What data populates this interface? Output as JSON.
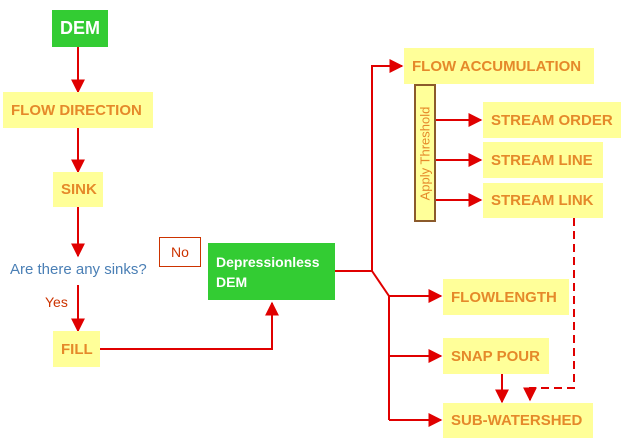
{
  "nodes": {
    "dem": "DEM",
    "flow_direction": "FLOW DIRECTION",
    "sink": "SINK",
    "fill": "FILL",
    "depressionless_line1": "Depressionless",
    "depressionless_line2": "DEM",
    "flow_accumulation": "FLOW ACCUMULATION",
    "stream_order": "STREAM ORDER",
    "stream_line": "STREAM LINE",
    "stream_link": "STREAM LINK",
    "flowlength": "FLOWLENGTH",
    "snap_pour": "SNAP POUR",
    "sub_watershed": "SUB-WATERSHED"
  },
  "labels": {
    "decision": "Are there any sinks?",
    "yes": "Yes",
    "no": "No",
    "threshold": "Apply Threshold"
  },
  "colors": {
    "arrow": "#e00000",
    "node_fill": "#ffff99",
    "node_text": "#e5892a",
    "dem_fill": "#33cc33",
    "decision_text": "#4a7fb5",
    "yes_text": "#cc3300",
    "no_text": "#cc3300",
    "threshold_border": "#8b5a2b"
  }
}
